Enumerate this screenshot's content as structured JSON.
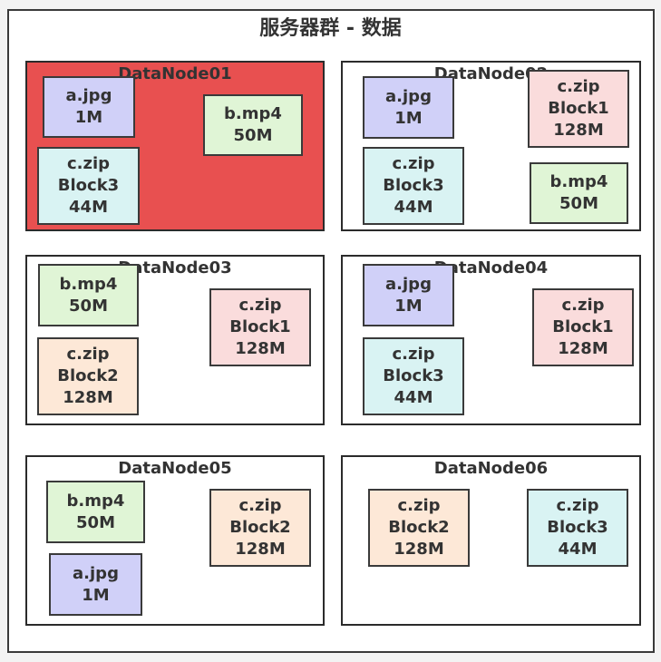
{
  "title": "服务器群 - 数据",
  "colors": {
    "jpg": "#d0d0f8",
    "mp4": "#e0f5d6",
    "block1": "#fadcdc",
    "block2": "#fde8d7",
    "block3": "#d9f3f3",
    "highlight": "#e85050"
  },
  "nodes": [
    {
      "name": "DataNode01",
      "highlighted": true,
      "files": [
        {
          "lines": [
            "a.jpg",
            "1M"
          ],
          "kind": "jpg"
        },
        {
          "lines": [
            "b.mp4",
            "50M"
          ],
          "kind": "mp4"
        },
        {
          "lines": [
            "c.zip",
            "Block3",
            "44M"
          ],
          "kind": "block3"
        }
      ]
    },
    {
      "name": "DataNode02",
      "highlighted": false,
      "files": [
        {
          "lines": [
            "a.jpg",
            "1M"
          ],
          "kind": "jpg"
        },
        {
          "lines": [
            "c.zip",
            "Block1",
            "128M"
          ],
          "kind": "block1"
        },
        {
          "lines": [
            "c.zip",
            "Block3",
            "44M"
          ],
          "kind": "block3"
        },
        {
          "lines": [
            "b.mp4",
            "50M"
          ],
          "kind": "mp4"
        }
      ]
    },
    {
      "name": "DataNode03",
      "highlighted": false,
      "files": [
        {
          "lines": [
            "b.mp4",
            "50M"
          ],
          "kind": "mp4"
        },
        {
          "lines": [
            "c.zip",
            "Block1",
            "128M"
          ],
          "kind": "block1"
        },
        {
          "lines": [
            "c.zip",
            "Block2",
            "128M"
          ],
          "kind": "block2"
        }
      ]
    },
    {
      "name": "DataNode04",
      "highlighted": false,
      "files": [
        {
          "lines": [
            "a.jpg",
            "1M"
          ],
          "kind": "jpg"
        },
        {
          "lines": [
            "c.zip",
            "Block1",
            "128M"
          ],
          "kind": "block1"
        },
        {
          "lines": [
            "c.zip",
            "Block3",
            "44M"
          ],
          "kind": "block3"
        }
      ]
    },
    {
      "name": "DataNode05",
      "highlighted": false,
      "files": [
        {
          "lines": [
            "b.mp4",
            "50M"
          ],
          "kind": "mp4"
        },
        {
          "lines": [
            "c.zip",
            "Block2",
            "128M"
          ],
          "kind": "block2"
        },
        {
          "lines": [
            "a.jpg",
            "1M"
          ],
          "kind": "jpg"
        }
      ]
    },
    {
      "name": "DataNode06",
      "highlighted": false,
      "files": [
        {
          "lines": [
            "c.zip",
            "Block2",
            "128M"
          ],
          "kind": "block2"
        },
        {
          "lines": [
            "c.zip",
            "Block3",
            "44M"
          ],
          "kind": "block3"
        }
      ]
    }
  ]
}
